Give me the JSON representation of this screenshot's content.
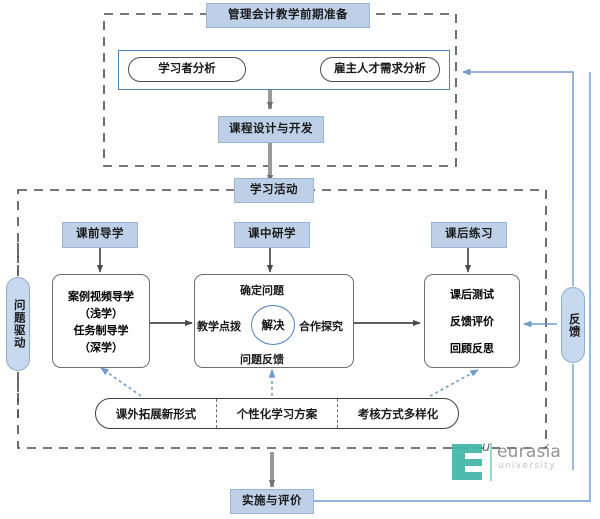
{
  "diagram": {
    "title": "管理会计教学前期准备",
    "preparation": {
      "label": "管理会计教学前期准备",
      "analysis_items": [
        "学习者分析",
        "雇主人才需求分析"
      ],
      "course_design": "课程设计与开发"
    },
    "learning_activity": {
      "label": "学习活动",
      "columns": [
        {
          "stage": "课前导学",
          "content_lines": [
            "案例视频导学",
            "（浅学）",
            "任务制导学",
            "（深学）"
          ]
        },
        {
          "stage": "课中研学",
          "cycle": {
            "core": "解决",
            "nodes": [
              "确定问题",
              "合作探究",
              "问题反馈",
              "教学点拨"
            ]
          }
        },
        {
          "stage": "课后练习",
          "content_lines": [
            "课后测试",
            "反馈评价",
            "回顾反思"
          ]
        }
      ],
      "extension_bar": [
        "课外拓展新形式",
        "个性化学习方案",
        "考核方式多样化"
      ],
      "left_driver": "问题驱动",
      "right_feedback": "反馈"
    },
    "bottom": {
      "label": "实施与评价"
    },
    "watermark": {
      "letter": "E",
      "italic": "u",
      "name": "eurasia",
      "subtitle": "university"
    },
    "colors": {
      "box_fill": "#bdd0e7",
      "box_border": "#9bb4d4",
      "accent_blue": "#4f81bd",
      "arrow_grey": "#6b6b6b",
      "dash_border": "#3f3f3f",
      "watermark_teal": "#3fb6a8"
    }
  }
}
